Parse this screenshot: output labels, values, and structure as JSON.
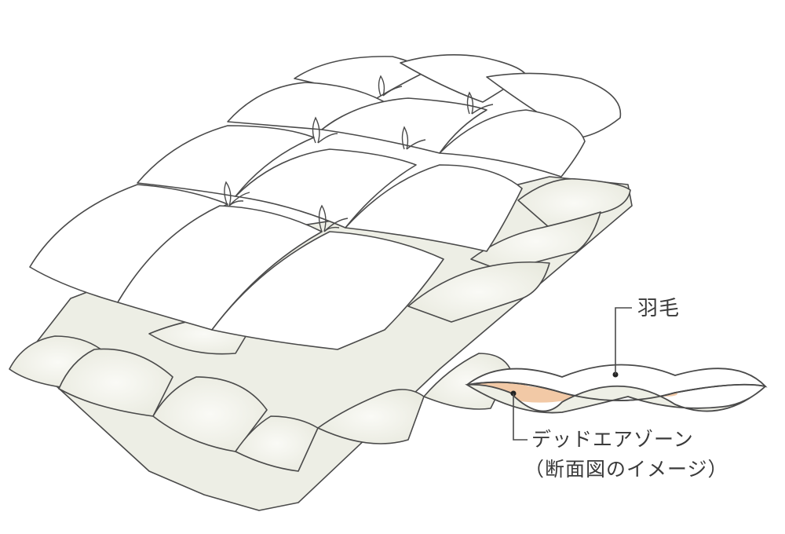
{
  "illustration": {
    "subject": "down comforter layers (top and bottom quilted layers)",
    "colors": {
      "line": "#4a4a4a",
      "top_layer_fill": "#ffffff",
      "bottom_layer_fill": "#eeefe6",
      "dead_air_fill": "#f2c9a6"
    }
  },
  "inset": {
    "title": "cross-section",
    "labels": {
      "feather": "羽毛",
      "dead_air_zone": "デッドエアゾーン",
      "caption": "（断面図のイメージ）"
    }
  }
}
